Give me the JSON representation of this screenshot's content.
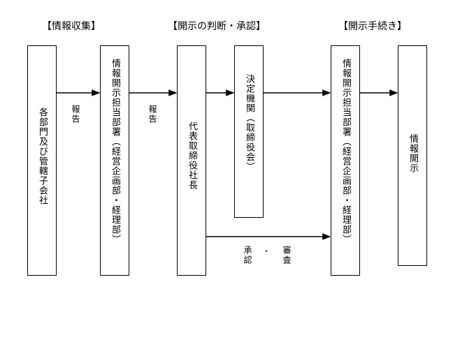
{
  "headers": {
    "collection": "【情報収集】",
    "judgment": "【開示の判断・承認】",
    "procedure": "【開示手続き】"
  },
  "boxes": {
    "departments": "各部門及び管轄子会社",
    "disclosure_dept_1": "情報開示担当部署（経営企画部・経理部）",
    "president": "代表取締役社長",
    "decision_body": "決定機関（取締役会）",
    "disclosure_dept_2": "情報開示担当部署（経営企画部・経理部）",
    "disclosure": "情報開示"
  },
  "arrow_labels": {
    "report_1": "報告",
    "report_2": "報告",
    "approve": "承認",
    "separator": "・",
    "review": "審査"
  },
  "colors": {
    "line": "#000000",
    "separator_dot": "#1030c0"
  }
}
